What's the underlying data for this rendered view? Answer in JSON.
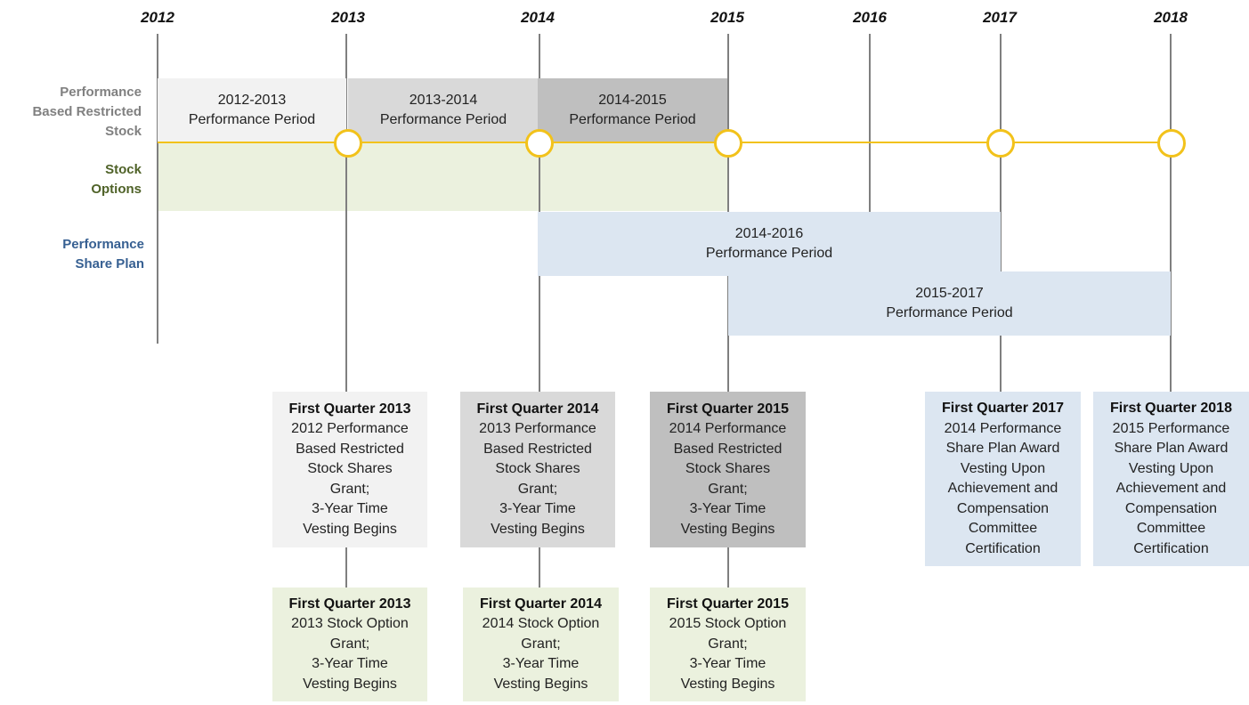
{
  "years": [
    "2012",
    "2013",
    "2014",
    "2015",
    "2016",
    "2017",
    "2018"
  ],
  "row_labels": {
    "restricted_stock": [
      "Performance",
      "Based Restricted",
      "Stock"
    ],
    "stock_options": [
      "Stock",
      "Options"
    ],
    "share_plan": [
      "Performance",
      "Share Plan"
    ]
  },
  "periods": [
    {
      "years": "2012-2013",
      "label": "Performance Period"
    },
    {
      "years": "2013-2014",
      "label": "Performance Period"
    },
    {
      "years": "2014-2015",
      "label": "Performance Period"
    },
    {
      "years": "2014-2016",
      "label": "Performance Period"
    },
    {
      "years": "2015-2017",
      "label": "Performance Period"
    }
  ],
  "grant_boxes": [
    {
      "heading": "First Quarter 2013",
      "lines": [
        "2012 Performance",
        "Based Restricted",
        "Stock Shares",
        "Grant;",
        "3-Year Time",
        "Vesting Begins"
      ]
    },
    {
      "heading": "First Quarter 2014",
      "lines": [
        "2013 Performance",
        "Based Restricted",
        "Stock Shares",
        "Grant;",
        "3-Year Time",
        "Vesting Begins"
      ]
    },
    {
      "heading": "First Quarter 2015",
      "lines": [
        "2014 Performance",
        "Based Restricted",
        "Stock Shares",
        "Grant;",
        "3-Year Time",
        "Vesting Begins"
      ]
    },
    {
      "heading": "First Quarter 2017",
      "lines": [
        "2014 Performance",
        "Share Plan Award",
        "Vesting Upon",
        "Achievement and",
        "Compensation",
        "Committee",
        "Certification"
      ]
    },
    {
      "heading": "First Quarter 2018",
      "lines": [
        "2015 Performance",
        "Share Plan Award",
        "Vesting Upon",
        "Achievement and",
        "Compensation",
        "Committee",
        "Certification"
      ]
    }
  ],
  "option_boxes": [
    {
      "heading": "First Quarter 2013",
      "lines": [
        "2013 Stock Option",
        "Grant;",
        "3-Year Time",
        "Vesting Begins"
      ]
    },
    {
      "heading": "First Quarter 2014",
      "lines": [
        "2014 Stock Option",
        "Grant;",
        "3-Year Time",
        "Vesting Begins"
      ]
    },
    {
      "heading": "First Quarter 2015",
      "lines": [
        "2015 Stock Option",
        "Grant;",
        "3-Year Time",
        "Vesting Begins"
      ]
    }
  ],
  "colors": {
    "timeline": "#f2c21b",
    "vertical_line": "#7f7f7f",
    "restricted_label": "#808080",
    "options_label": "#4f6228",
    "share_plan_label": "#376092",
    "options_band": "#ebf1de",
    "share_plan_band": "#dce6f1",
    "period_light": "#f2f2f2",
    "period_mid": "#d9d9d9",
    "period_dark": "#bfbfbf"
  }
}
